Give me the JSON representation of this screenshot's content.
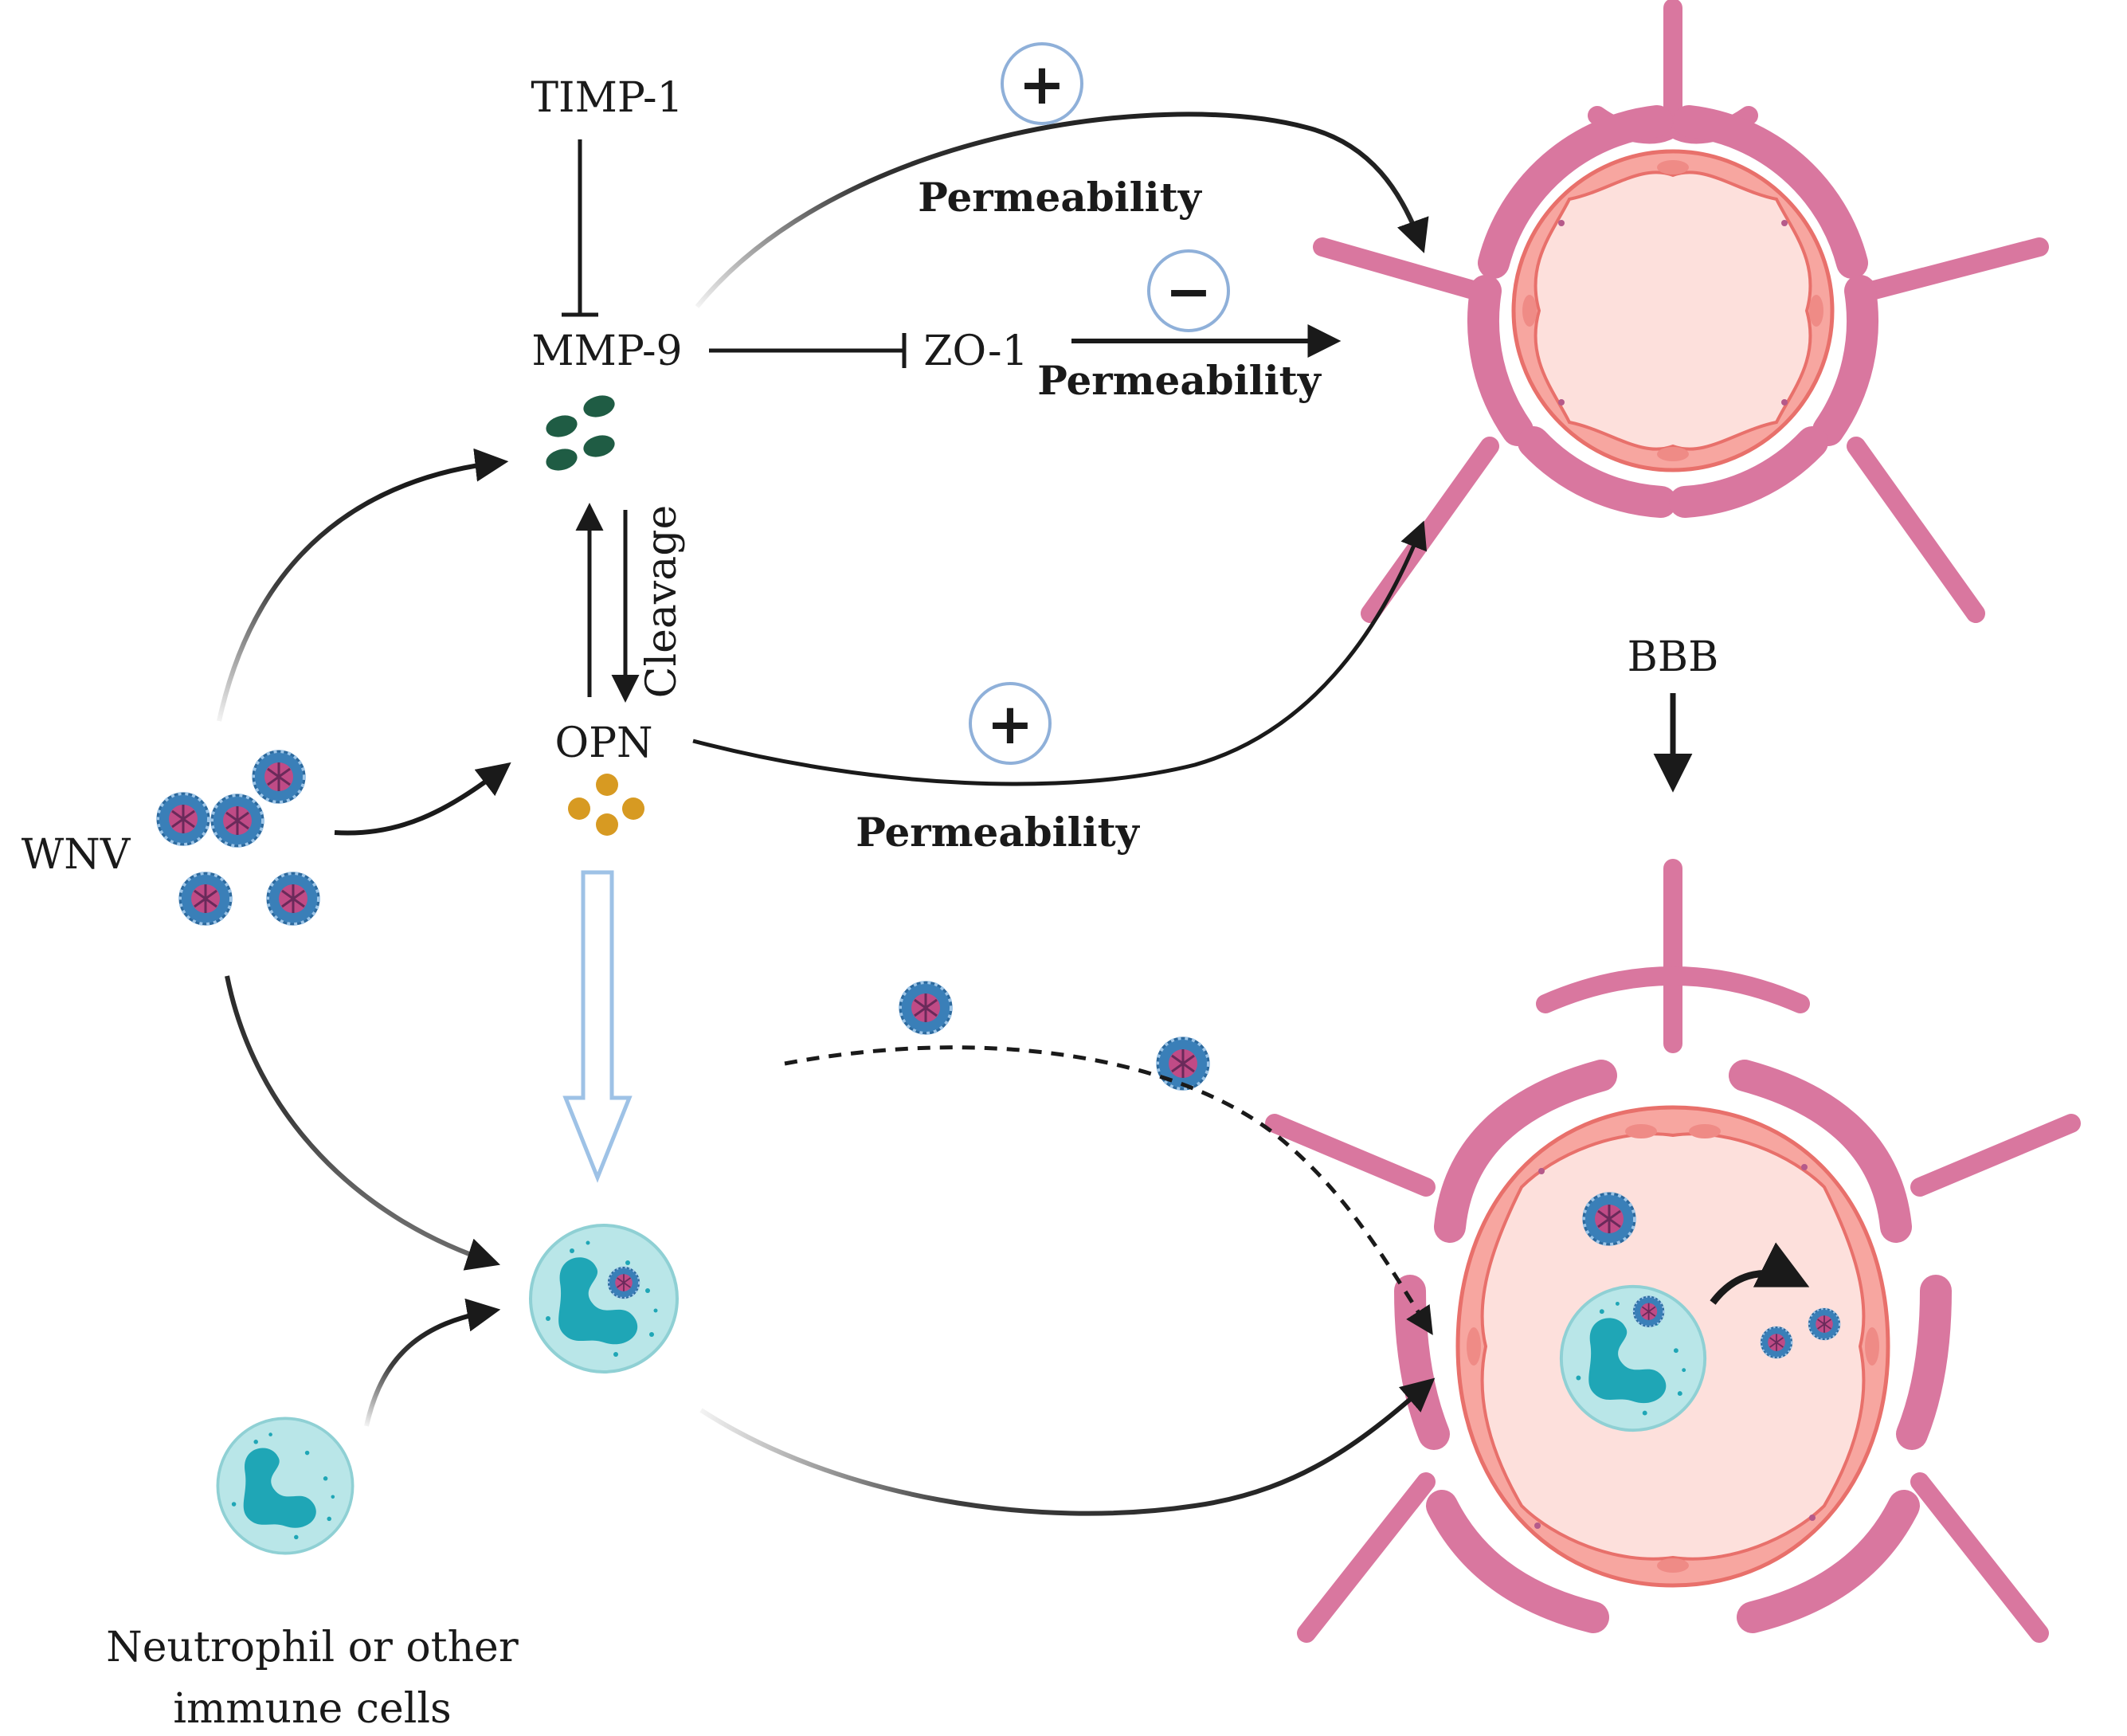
{
  "labels": {
    "timp1": "TIMP-1",
    "mmp9": "MMP-9",
    "zo1": "ZO-1",
    "opn": "OPN",
    "wnv": "WNV",
    "cleavage": "Cleavage",
    "bbb": "BBB",
    "perm_top": "Permeability",
    "perm_mid": "Permeability",
    "perm_opn": "Permeability",
    "neutrophil_line1": "Neutrophil or other",
    "neutrophil_line2": "immune cells"
  },
  "signs": {
    "top": "+",
    "mid": "−",
    "opn": "+"
  },
  "colors": {
    "pericyte": "#d9779f",
    "pericyte_dark": "#c25b88",
    "endothelium": "#f7a6a0",
    "endothelium_edge": "#e8706b",
    "lumen": "#fde0dc",
    "mmp9_particle": "#1f5c44",
    "opn_particle": "#d79a22",
    "virus_outer": "#3a7fb8",
    "virus_inner": "#b83a78",
    "cell_body": "#b9e6e8",
    "cell_nucleus": "#1fa6b6",
    "sign_circle": "#8fb0d9",
    "hollow_arrow": "#9ec2e6"
  },
  "icons": {
    "mmp9": "mmp9-particles-icon",
    "opn": "opn-particles-icon",
    "virus": "virus-icon",
    "neutrophil": "neutrophil-icon",
    "vessel": "blood-vessel-icon"
  }
}
